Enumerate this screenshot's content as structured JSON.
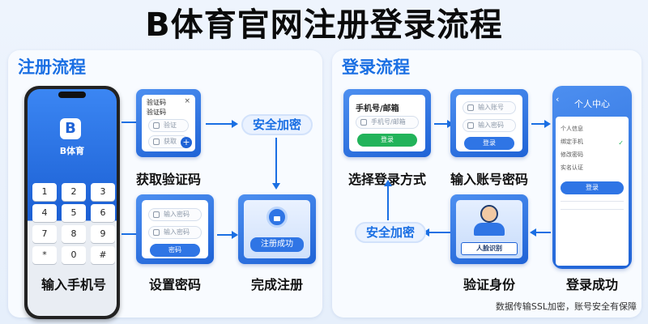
{
  "title": "B体育官网注册登录流程",
  "register": {
    "title": "注册流程",
    "steps": {
      "input_phone": "输入手机号",
      "get_code": "获取验证码",
      "set_password": "设置密码",
      "complete": "完成注册"
    },
    "security_bubble": "安全加密",
    "phone": {
      "brand_letter": "B",
      "brand_text": "B体育",
      "keys": [
        "1",
        "2",
        "3",
        "4",
        "5",
        "6",
        "7",
        "8",
        "9",
        "*",
        "0",
        "#"
      ]
    },
    "code_card": {
      "title": "验证码",
      "subtitle": "验证码",
      "field1": "验证",
      "field2": "获取"
    },
    "password_card": {
      "field1": "输入密码",
      "field2": "输入密码",
      "button": "密码"
    },
    "success_card": {
      "button": "注册成功"
    }
  },
  "login": {
    "title": "登录流程",
    "steps": {
      "choose_method": "选择登录方式",
      "input_account": "输入账号密码",
      "verify_identity": "验证身份",
      "success": "登录成功"
    },
    "security_bubble": "安全加密",
    "method_card": {
      "label": "手机号/邮箱",
      "field": "手机号/邮箱",
      "button": "登录"
    },
    "account_card": {
      "field1": "输入账号",
      "field2": "输入密码",
      "button": "登录"
    },
    "identity_card": {
      "banner": "人脸识别"
    },
    "profile_card": {
      "title": "个人中心",
      "rows": [
        "个人信息",
        "绑定手机",
        "修改密码",
        "实名认证"
      ],
      "button": "登录"
    }
  },
  "footer_note": "数据传输SSL加密，账号安全有保障",
  "colors": {
    "accent": "#1a6fe3",
    "card": "#2f75e5",
    "arrow": "#1a6fe3"
  }
}
